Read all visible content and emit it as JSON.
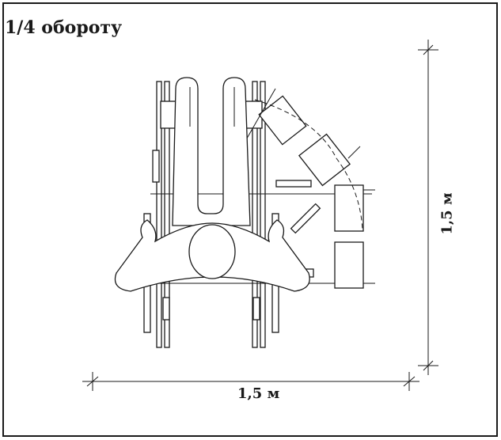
{
  "title": "1/4 обороту",
  "dimensions": {
    "horizontal_label": "1,5 м",
    "vertical_label": "1,5 м"
  }
}
